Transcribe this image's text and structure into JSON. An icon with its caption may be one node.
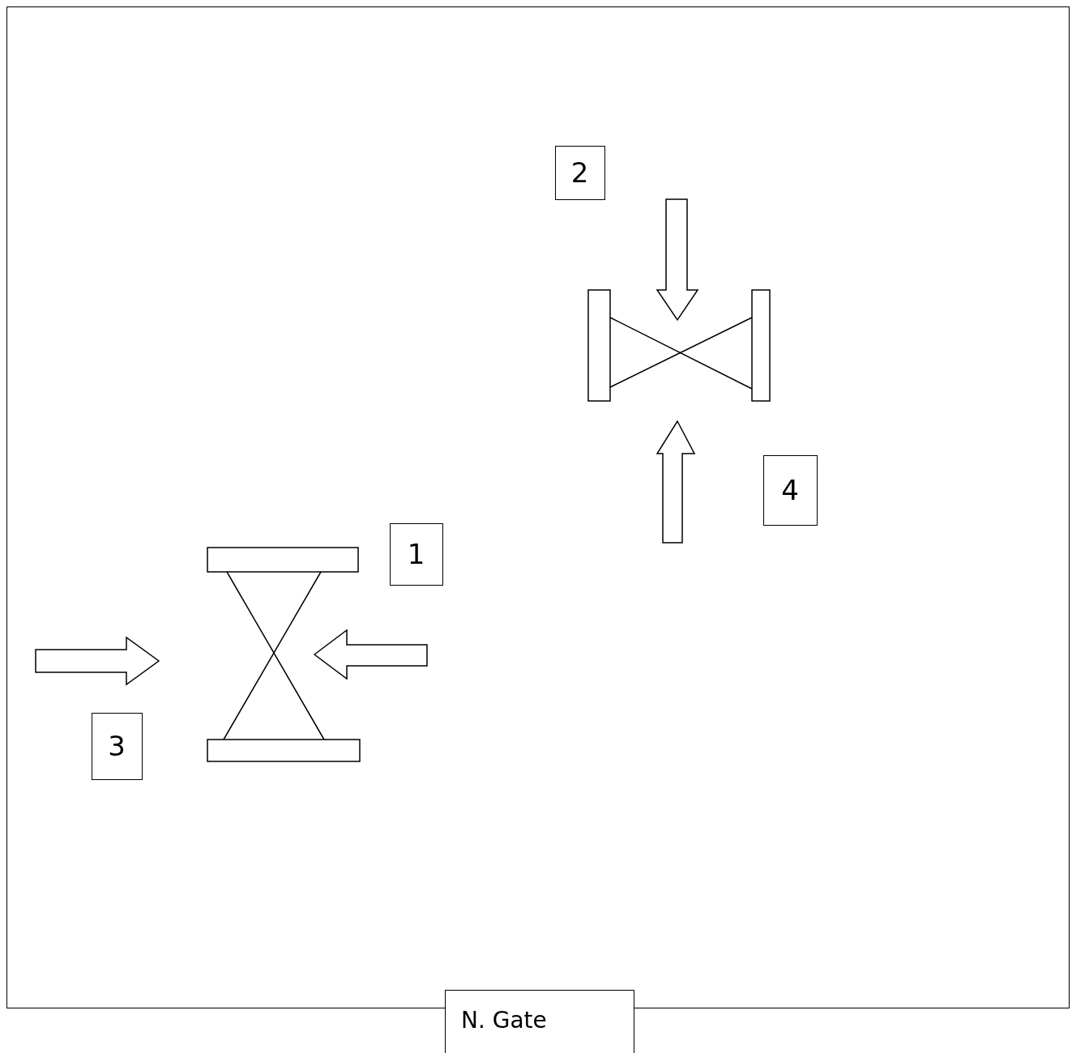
{
  "diagram": {
    "nodes": [
      {
        "text": [],
        "shape": "box"
      },
      {
        "text": [
          "2"
        ],
        "in": 0
      },
      {
        "text": [
          "4"
        ],
        "in": 0
      },
      {
        "text": [
          "1"
        ],
        "in": 0
      },
      {
        "text": [
          "3"
        ],
        "in": 0
      },
      {
        "text": [
          "N. Gate"
        ]
      }
    ]
  }
}
